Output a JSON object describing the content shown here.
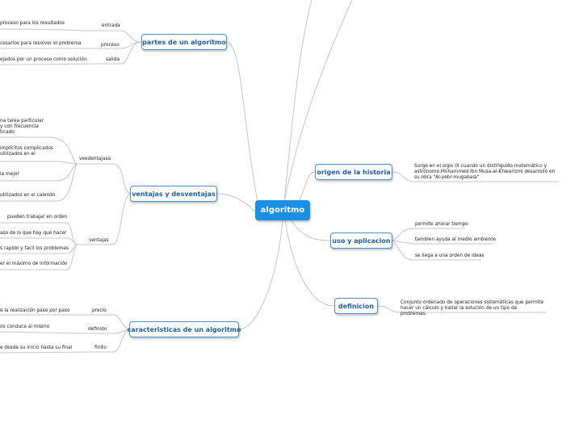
{
  "central": {
    "label": "algoritmo"
  },
  "branches": {
    "partes": {
      "label": "partes de un algoritmo",
      "subs": [
        {
          "label": "entrada",
          "leaf": "proceso para los resultados"
        },
        {
          "label": "proceso",
          "leaf": "cesarios para resolver el problema"
        },
        {
          "label": "salida",
          "leaf": "ejados por un proceso como solución"
        }
      ]
    },
    "ventajas": {
      "label": "ventajas y desventajas",
      "subs": [
        {
          "label": "veedentajasa",
          "leaves": [
            "na tarea particular y con frecuencia ticado",
            "implícitos complicados utilizados en el",
            "la mejor",
            "utilizados en el calendo"
          ]
        },
        {
          "label": "ventajas",
          "leaves": [
            "pueden trabajar en orden",
            "aso de lo que hay que hacer",
            "s rapido y facil los problemas",
            "er el máximo de información"
          ]
        }
      ]
    },
    "caracteristicas": {
      "label": "caracteristicas de un algoritmo",
      "subs": [
        {
          "label": "precio",
          "leaf": "e la realización paso por paso"
        },
        {
          "label": "definido",
          "leaf": "os conduce al mismo"
        },
        {
          "label": "finito",
          "leaf": "e desde su inicio hasta su final"
        }
      ]
    },
    "origen": {
      "label": "origen de la historia",
      "text": "Surge en el siglo IX cuando un distiñguido matemático y astrónomo Mohammed Ibn Musa-al-Khwarizmi desarrolló en su obra \"Al-yebr-mugabala\""
    },
    "uso": {
      "label": "uso y aplicacion",
      "leaves": [
        "permite ahorar tiempo",
        "tambien ayuda al medio ambiente",
        "se llega a una orden de ideas"
      ]
    },
    "definicion": {
      "label": "definicion",
      "text": "Conjunto ordenado de operaciones sistemáticas que permite hacer un cálculo y hallar la solución de un tipo de problemas."
    }
  },
  "colors": {
    "central": "#1a8fe3",
    "node_border": "#4a90d9",
    "node_text": "#1d5fa8",
    "connector": "#c2c6cc"
  }
}
